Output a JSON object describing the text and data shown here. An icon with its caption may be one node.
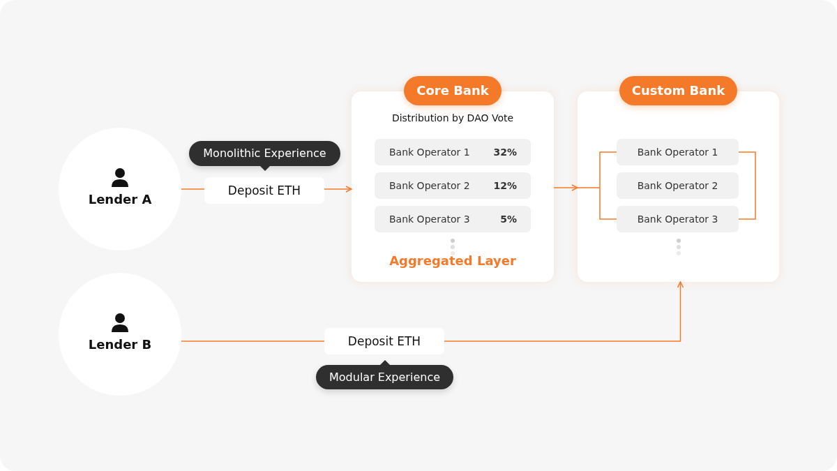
{
  "diagram": {
    "nodes": [
      {
        "text": [
          "Lender A"
        ]
      },
      {
        "text": [
          "Monolithic Experience"
        ]
      },
      {
        "text": [
          "Deposit ETH"
        ]
      },
      {
        "text": [
          "Core Bank",
          "Distribution by DAO Vote",
          "Aggregated Layer"
        ]
      },
      {
        "text": [
          "Bank Operator 1",
          "32%"
        ],
        "in": 3
      },
      {
        "text": [
          "Bank Operator 2",
          "12%"
        ],
        "in": 3
      },
      {
        "text": [
          "Bank Operator 3",
          "5%"
        ],
        "in": 3
      },
      {
        "text": [
          "Custom Bank"
        ]
      },
      {
        "text": [
          "Bank Operator 1"
        ],
        "in": 7
      },
      {
        "text": [
          "Bank Operator 2"
        ],
        "in": 7
      },
      {
        "text": [
          "Bank Operator 3"
        ],
        "in": 7
      },
      {
        "text": [
          "Lender B"
        ]
      },
      {
        "text": [
          "Deposit ETH"
        ]
      },
      {
        "text": [
          "Modular Experience"
        ]
      }
    ],
    "edges": [
      {
        "from": 0,
        "to": 2,
        "arrow": "none"
      },
      {
        "from": 2,
        "to": 3,
        "arrow": "to"
      },
      {
        "from": 3,
        "to": 7,
        "arrow": "to"
      },
      {
        "from": 8,
        "to": 10,
        "arrow": "none"
      },
      {
        "from": 8,
        "to": 10,
        "arrow": "none"
      },
      {
        "from": 11,
        "to": 12,
        "arrow": "none"
      },
      {
        "from": 12,
        "to": 7,
        "arrow": "to"
      }
    ]
  }
}
